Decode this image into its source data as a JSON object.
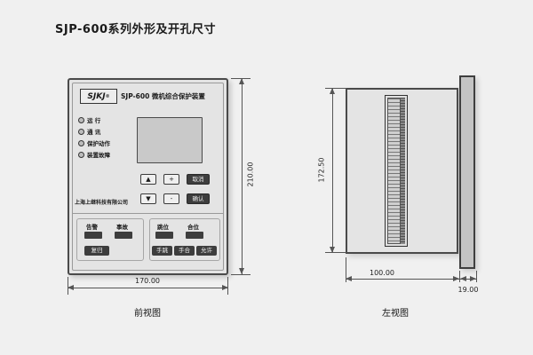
{
  "page": {
    "title": "SJP-600系列外形及开孔尺寸"
  },
  "front_view": {
    "caption": "前视图",
    "brand": "SJKJ",
    "reg": "®",
    "model": "SJP-600 微机综合保护装置",
    "company": "上海上继科技有限公司",
    "leds": [
      {
        "label": "运 行"
      },
      {
        "label": "通 讯"
      },
      {
        "label": "保护动作"
      },
      {
        "label": "装置故障"
      }
    ],
    "keys_row1": [
      "▲",
      "+",
      "取消"
    ],
    "keys_row2": [
      "▼",
      "-",
      "确认"
    ],
    "indicator_labels_left": [
      "告警",
      "事故"
    ],
    "indicator_labels_right": [
      "跳位",
      "合位"
    ],
    "reset_button": "复归",
    "control_buttons": [
      "手跳",
      "手合",
      "允许"
    ],
    "dim_width": "170.00",
    "dim_height": "210.00"
  },
  "side_view": {
    "caption": "左视图",
    "dim_height": "172.50",
    "dim_depth": "100.00",
    "dim_flange": "19.00"
  },
  "colors": {
    "background": "#f0f0f0",
    "panel_fill": "#e4e4e4",
    "outline": "#4a4a4a",
    "dark_key": "#3d3d3d",
    "dim_line": "#555555"
  }
}
